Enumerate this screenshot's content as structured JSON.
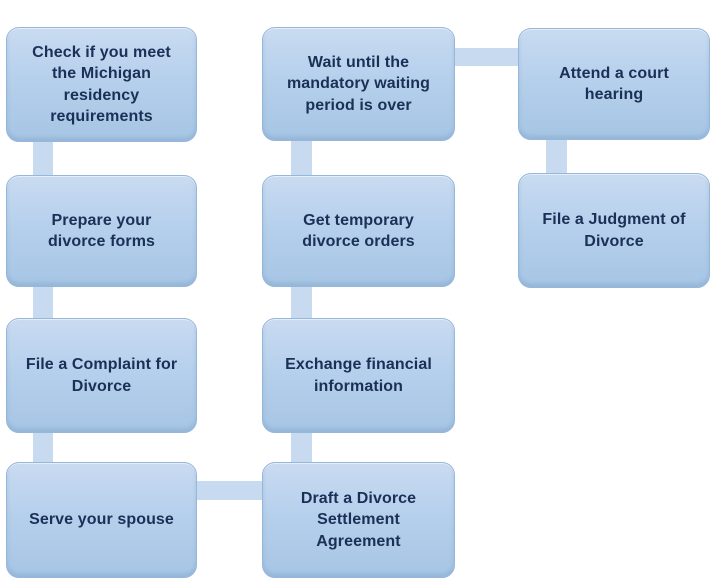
{
  "flowchart": {
    "type": "process-flow",
    "colors": {
      "background": "#ffffff",
      "box_fill_top": "#c9dbf1",
      "box_fill_bottom": "#a6c5e4",
      "box_border": "#96b7dc",
      "connector": "#c8daf0",
      "text": "#1a3057"
    },
    "nodes": [
      {
        "id": "check-residency",
        "column": 1,
        "row": 1,
        "label": "Check if you meet\nthe Michigan\nresidency\nrequirements"
      },
      {
        "id": "prepare-forms",
        "column": 1,
        "row": 2,
        "label": "Prepare your\ndivorce forms"
      },
      {
        "id": "file-complaint",
        "column": 1,
        "row": 3,
        "label": "File a Complaint for\nDivorce"
      },
      {
        "id": "serve-spouse",
        "column": 1,
        "row": 4,
        "label": "Serve your spouse"
      },
      {
        "id": "wait-period",
        "column": 2,
        "row": 1,
        "label": "Wait until the\nmandatory waiting\nperiod is over"
      },
      {
        "id": "temporary-orders",
        "column": 2,
        "row": 2,
        "label": "Get temporary\ndivorce orders"
      },
      {
        "id": "exchange-financial",
        "column": 2,
        "row": 3,
        "label": "Exchange financial\ninformation"
      },
      {
        "id": "draft-agreement",
        "column": 2,
        "row": 4,
        "label": "Draft a Divorce\nSettlement\nAgreement"
      },
      {
        "id": "attend-hearing",
        "column": 3,
        "row": 1,
        "label": "Attend a court\nhearing"
      },
      {
        "id": "file-judgment",
        "column": 3,
        "row": 2,
        "label": "File a Judgment of\nDivorce"
      }
    ],
    "connections": [
      {
        "from": "check-residency",
        "to": "prepare-forms",
        "direction": "down"
      },
      {
        "from": "prepare-forms",
        "to": "file-complaint",
        "direction": "down"
      },
      {
        "from": "file-complaint",
        "to": "serve-spouse",
        "direction": "down"
      },
      {
        "from": "serve-spouse",
        "to": "draft-agreement",
        "direction": "right"
      },
      {
        "from": "draft-agreement",
        "to": "exchange-financial",
        "direction": "up"
      },
      {
        "from": "exchange-financial",
        "to": "temporary-orders",
        "direction": "up"
      },
      {
        "from": "temporary-orders",
        "to": "wait-period",
        "direction": "up"
      },
      {
        "from": "wait-period",
        "to": "attend-hearing",
        "direction": "right"
      },
      {
        "from": "attend-hearing",
        "to": "file-judgment",
        "direction": "down"
      }
    ]
  }
}
